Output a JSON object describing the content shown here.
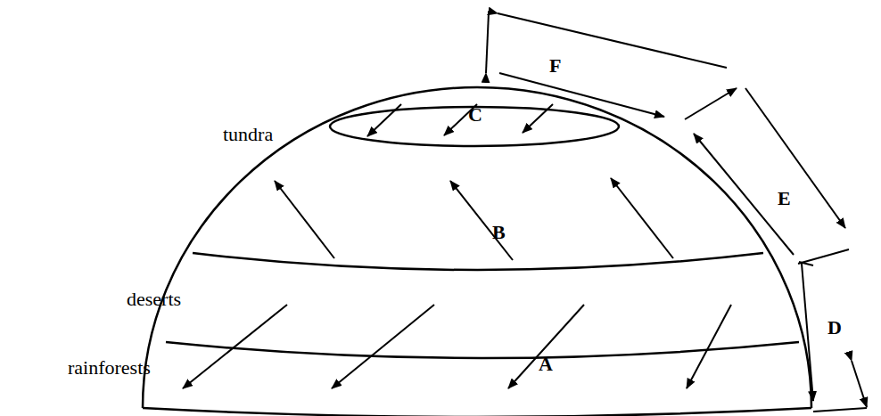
{
  "diagram": {
    "labels": [
      "tundra",
      "deserts",
      "rainforests",
      "A",
      "B",
      "C",
      "D",
      "E",
      "F"
    ]
  }
}
